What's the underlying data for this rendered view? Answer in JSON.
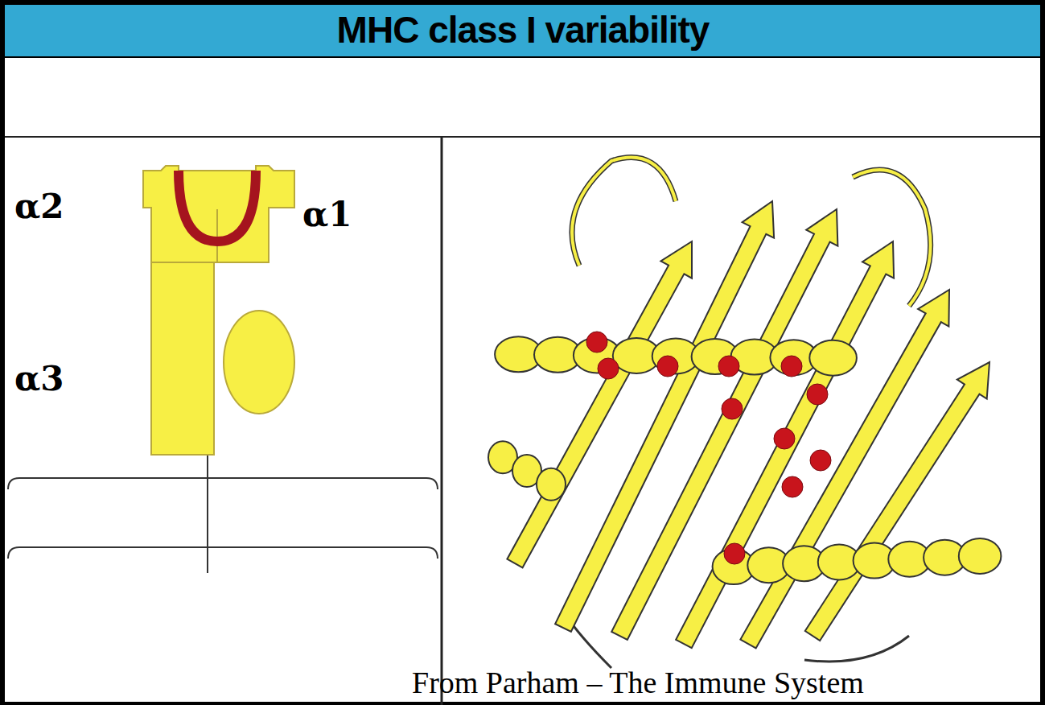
{
  "diagram": {
    "title": "MHC class I variability",
    "caption": "From Parham – The Immune System",
    "labels": [
      "α2",
      "α1",
      "α3"
    ]
  }
}
